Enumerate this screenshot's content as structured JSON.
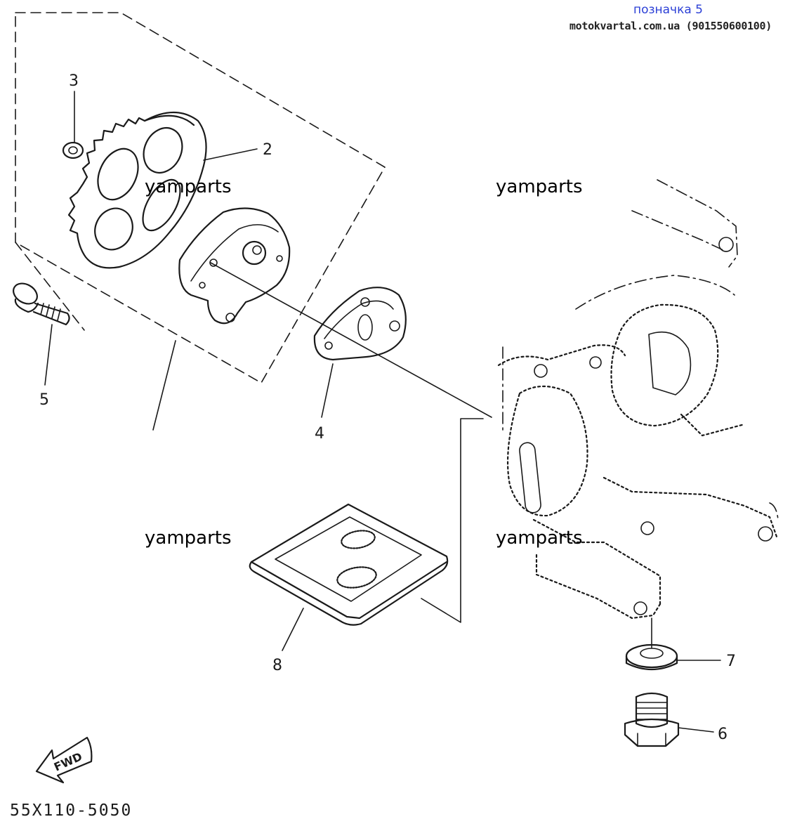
{
  "header": {
    "tag": "позначка 5",
    "site": "motokvartal.com.ua (901550600100)"
  },
  "diagram_code": "55X110-5050",
  "watermarks": [
    "yamparts",
    "yamparts",
    "yamparts",
    "yamparts"
  ],
  "callouts": {
    "c2": "2",
    "c3": "3",
    "c4": "4",
    "c5": "5",
    "c6": "6",
    "c7": "7",
    "c8": "8"
  },
  "fwd_label": "FWD"
}
